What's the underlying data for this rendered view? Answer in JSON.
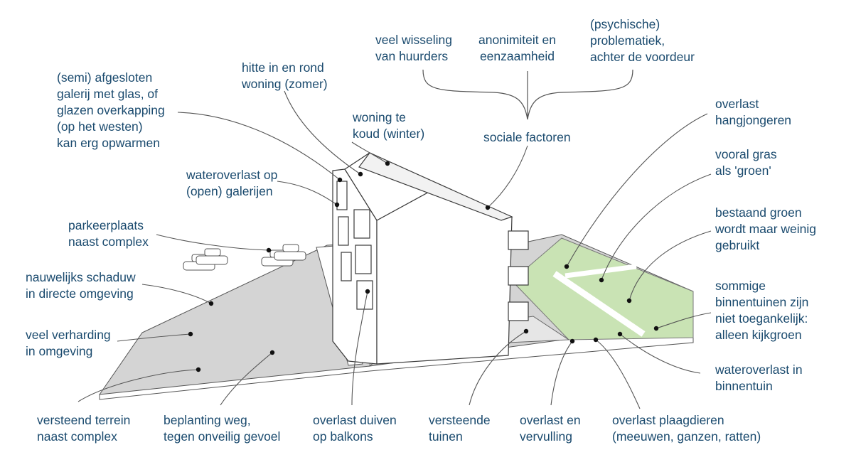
{
  "colors": {
    "label_text": "#1a4a6e",
    "ground": "#d4d4d4",
    "green": "#c9e3b4",
    "line": "#3a3a3a",
    "building": "#ffffff"
  },
  "labels": {
    "galerij_glas": "(semi) afgesloten\ngalerij met glas, of\nglazen overkapping\n(op het westen)\nkan erg opwarmen",
    "hitte": "hitte in en rond\nwoning (zomer)",
    "koud": "woning te\nkoud (winter)",
    "wisseling": "veel wisseling\nvan huurders",
    "anonimiteit": "anonimiteit en\neenzaamheid",
    "psychische": "(psychische)\nproblematiek,\nachter de voordeur",
    "sociale": "sociale factoren",
    "wateroverlast_galerij": "wateroverlast op\n(open) galerijen",
    "parkeer": "parkeerplaats\nnaast complex",
    "schaduw": "nauwelijks schaduw\nin directe omgeving",
    "verharding": "veel verharding\nin omgeving",
    "versteend_terrein": "versteend terrein\nnaast complex",
    "beplanting": "beplanting weg,\ntegen onveilig gevoel",
    "duiven": "overlast duiven\nop balkons",
    "versteende_tuinen": "versteende\ntuinen",
    "vervuiling": "overlast en\nvervulling",
    "plaagdieren": "overlast plaagdieren\n(meeuwen, ganzen, ratten)",
    "hangjongeren": "overlast\nhangjongeren",
    "gras": "vooral gras\nals 'groen'",
    "bestaand_groen": "bestaand groen\nwordt maar weinig\ngebruikt",
    "binnentuinen": "sommige\nbinnentuinen zijn\nniet toegankelijk:\nalleen kijkgroen",
    "wateroverlast_binnentuin": "wateroverlast in\nbinnentuin"
  }
}
